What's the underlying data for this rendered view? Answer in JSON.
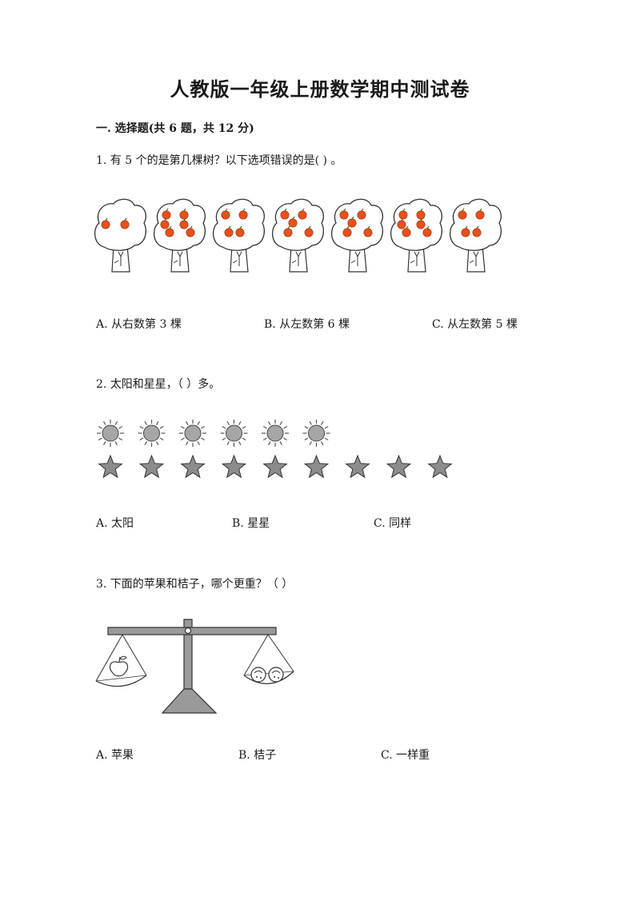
{
  "title": "人教版一年级上册数学期中测试卷",
  "section": "一. 选择题(共 6 题，共 12 分)",
  "questions": [
    {
      "text": "1. 有 5 个的是第几棵树？以下选项错误的是(        ) 。",
      "apple_counts": [
        2,
        6,
        4,
        5,
        5,
        6,
        4
      ],
      "options": [
        "A. 从右数第 3 棵",
        "B. 从左数第 6 棵",
        "C. 从左数第 5 棵"
      ]
    },
    {
      "text": "2. 太阳和星星，（        ）多。",
      "sun_count": 6,
      "star_count": 9,
      "options": [
        "A. 太阳",
        "B. 星星",
        "C. 同样"
      ]
    },
    {
      "text": "3. 下面的苹果和桔子，哪个更重？（        ）",
      "options": [
        "A. 苹果",
        "B. 桔子",
        "C. 一样重"
      ]
    }
  ]
}
